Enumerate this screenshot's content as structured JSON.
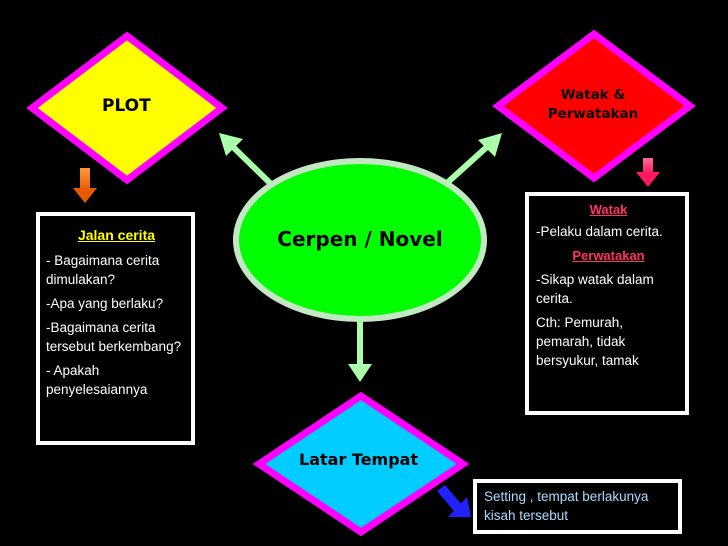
{
  "center": {
    "label": "Cerpen / Novel"
  },
  "plot": {
    "label": "PLOT",
    "box": {
      "title": "Jalan cerita",
      "items": [
        "- Bagaimana cerita dimulakan?",
        "-Apa yang berlaku?",
        "-Bagaimana cerita tersebut berkembang?",
        "- Apakah penyelesaiannya"
      ]
    }
  },
  "watak": {
    "label_line1": "Watak &",
    "label_line2": "Perwatakan",
    "box": {
      "title1": "Watak",
      "item1": "-Pelaku dalam cerita.",
      "title2": "Perwatakan",
      "item2": "-Sikap watak dalam cerita.",
      "item3": "Cth: Pemurah, pemarah, tidak bersyukur, tamak"
    }
  },
  "latar": {
    "label": "Latar Tempat",
    "box": {
      "text": "Setting , tempat berlakunya kisah tersebut"
    }
  },
  "colors": {
    "background": "#000000",
    "ellipse_fill": "#00ff00",
    "ellipse_stroke": "#c4e8c4",
    "plot_diamond": "#ffff00",
    "watak_diamond": "#ff0000",
    "latar_diamond": "#00ccff",
    "diamond_border": "#ff00ff",
    "arrow_green": "#aaffaa",
    "arrow_orange": "#ff6600",
    "arrow_pink": "#ff3377",
    "arrow_blue": "#2222ff",
    "plot_title": "#ffff00",
    "watak_title": "#ff3366",
    "latar_text": "#aaddff"
  }
}
